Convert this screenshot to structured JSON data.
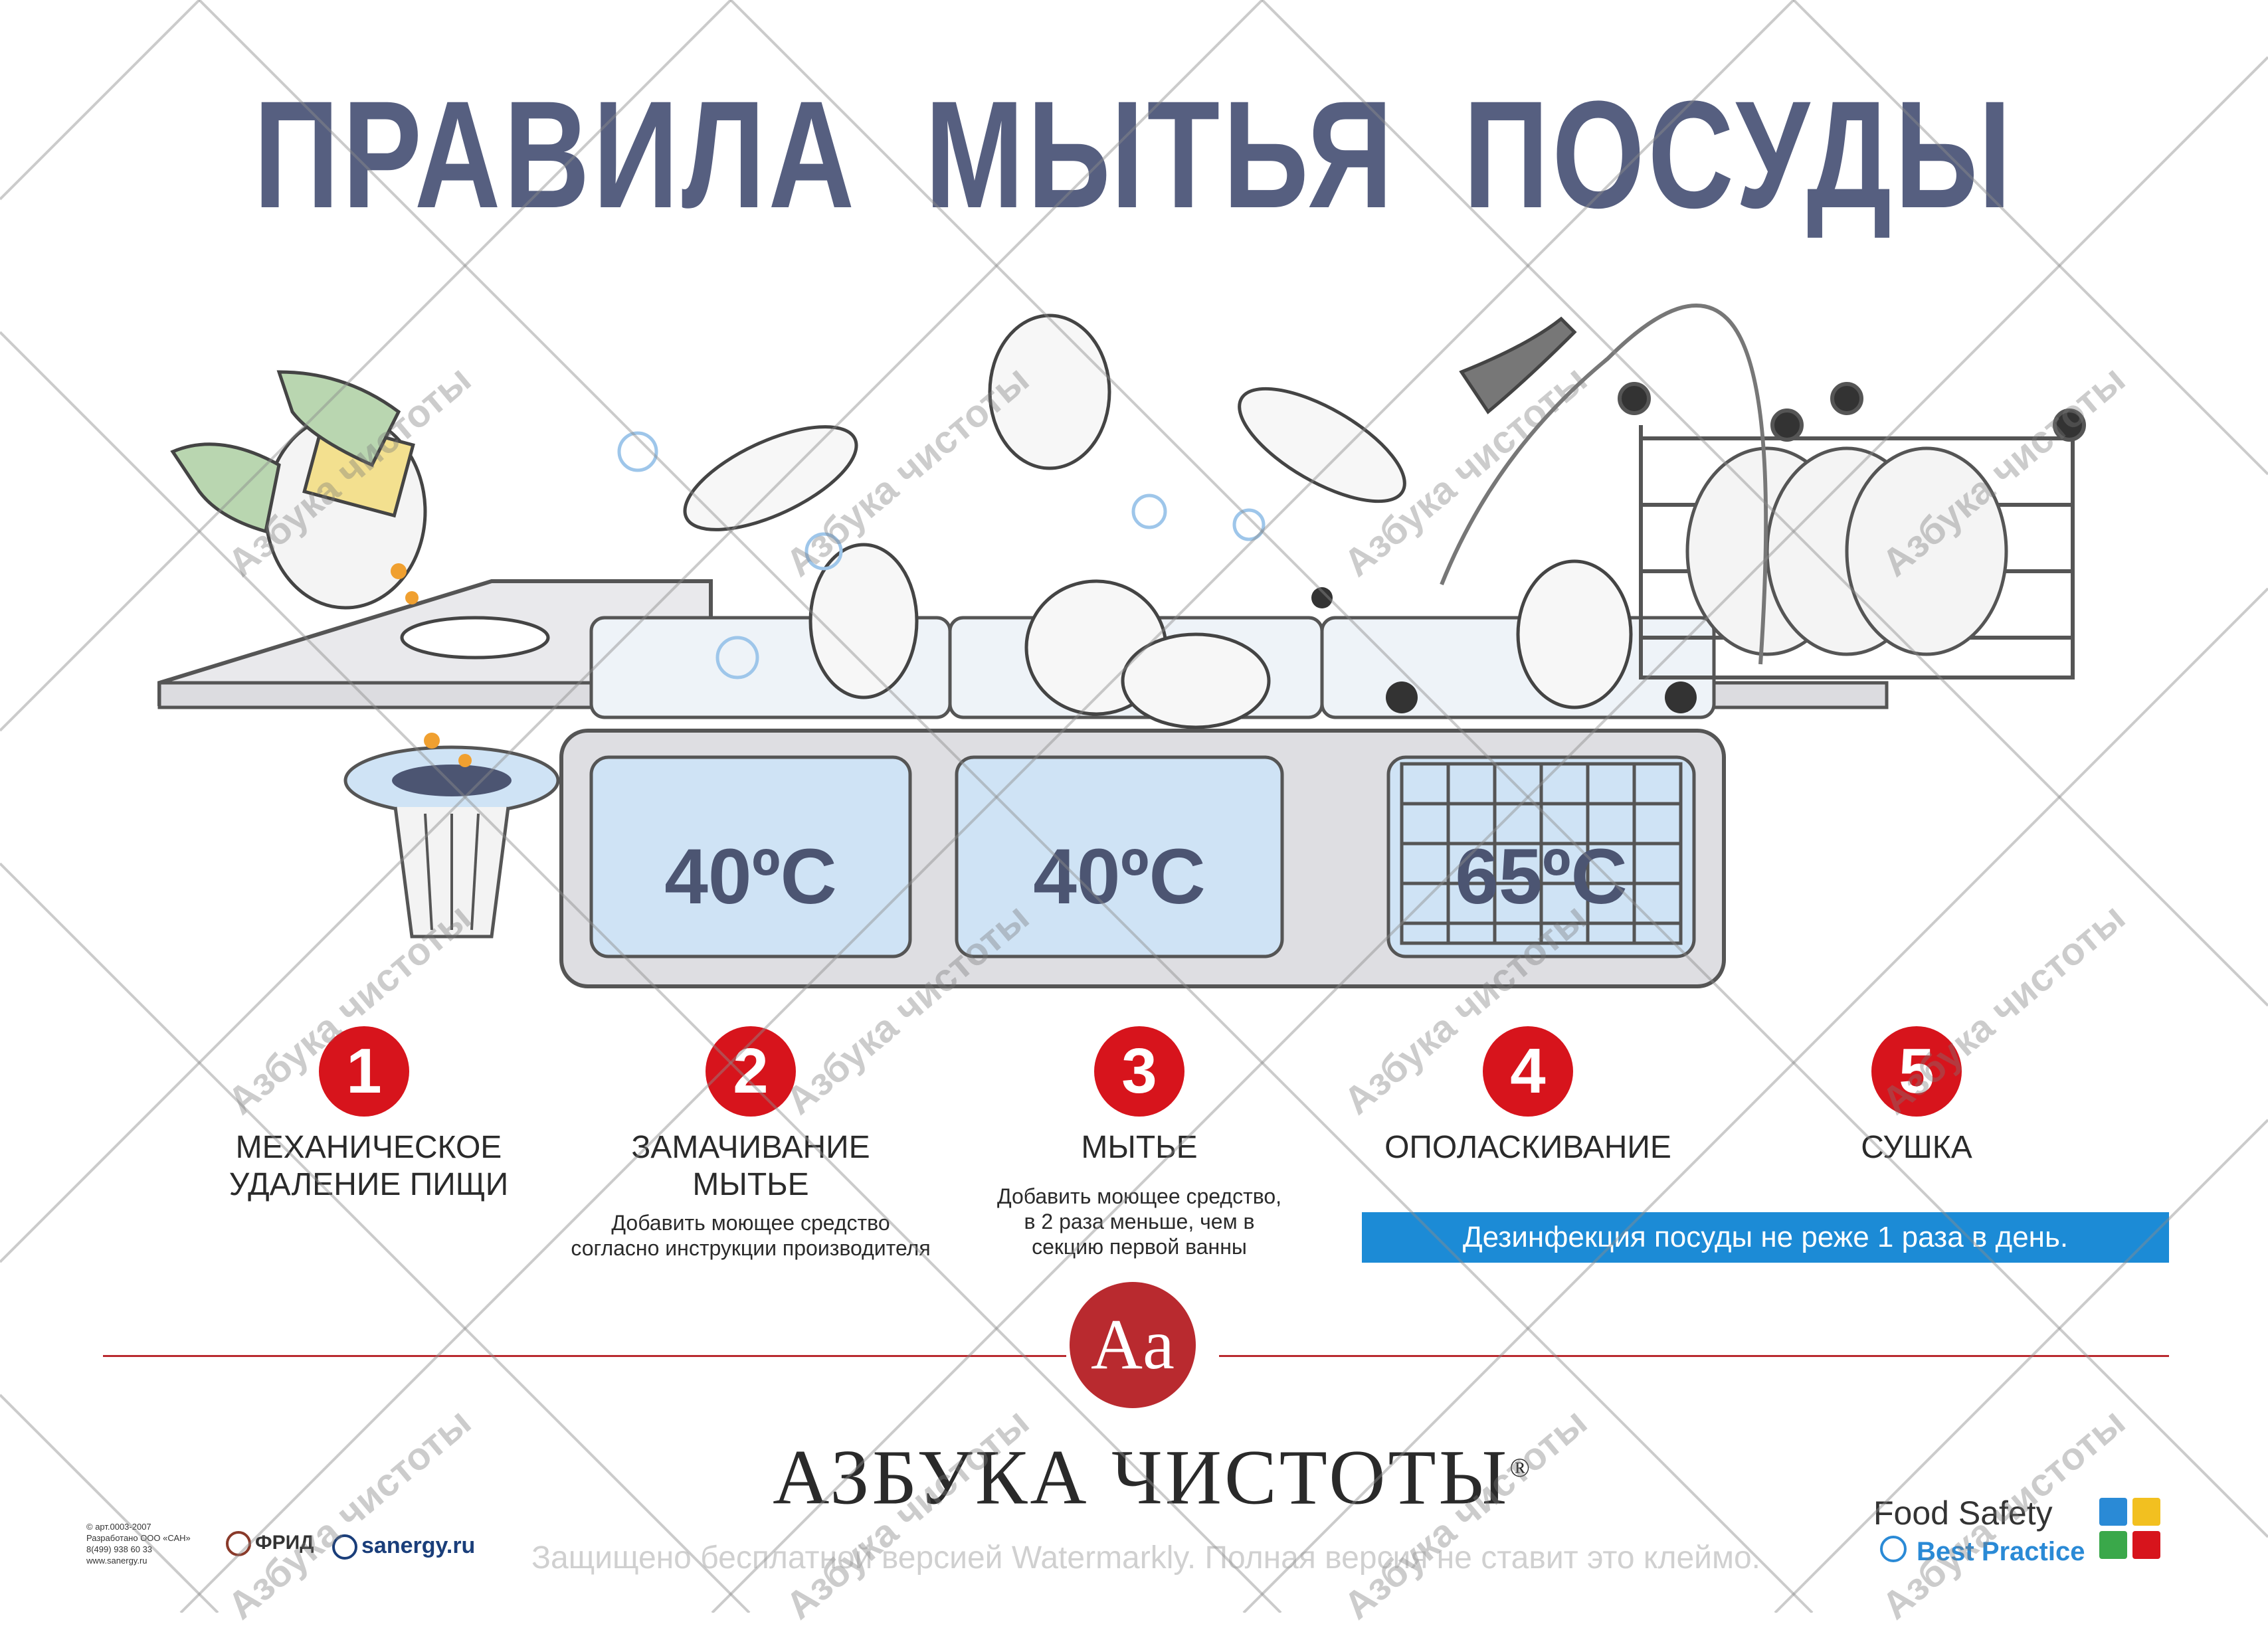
{
  "title": "ПРАВИЛА  МЫТЬЯ  ПОСУДЫ",
  "temperatures": [
    "40ºC",
    "40ºC",
    "65ºC"
  ],
  "steps": [
    {
      "number": "1",
      "title_lines": [
        "МЕХАНИЧЕСКОЕ",
        "УДАЛЕНИЕ ПИЩИ"
      ],
      "desc_lines": []
    },
    {
      "number": "2",
      "title_lines": [
        "ЗАМАЧИВАНИЕ",
        "МЫТЬЕ"
      ],
      "desc_lines": [
        "Добавить моющее средство",
        "согласно инструкции производителя"
      ]
    },
    {
      "number": "3",
      "title_lines": [
        "МЫТЬЕ"
      ],
      "desc_lines": [
        "Добавить моющее средство,",
        "в 2 раза меньше, чем в",
        "секцию первой ванны"
      ]
    },
    {
      "number": "4",
      "title_lines": [
        "ОПОЛАСКИВАНИЕ"
      ],
      "desc_lines": []
    },
    {
      "number": "5",
      "title_lines": [
        "СУШКА"
      ],
      "desc_lines": []
    }
  ],
  "disinfection_note": "Дезинфекция посуды не реже 1 раза в день.",
  "logo_letters": "Aa",
  "brand_name": "АЗБУКА ЧИСТОТЫ",
  "registered_mark": "®",
  "footer_info": [
    "© арт.0003-2007",
    "Разработано ООО «САН»",
    "8(499) 938 60 33",
    "www.sanergy.ru"
  ],
  "partners": [
    "ФРИД",
    "sanergy.ru"
  ],
  "food_safety_label": "Food Safety",
  "best_practice_label": "Best Practice",
  "watermark_repeat": "Азбука чистоты",
  "watermark_bottom": "Защищено бесплатной версией Watermarkly. Полная версия не ставит это клеймо.",
  "colors": {
    "title": "#565f80",
    "step_circle": "#d7141c",
    "disinfect_bar": "#1c8bd6",
    "brand_red": "#b92a2f",
    "water": "#cfe3f5"
  }
}
